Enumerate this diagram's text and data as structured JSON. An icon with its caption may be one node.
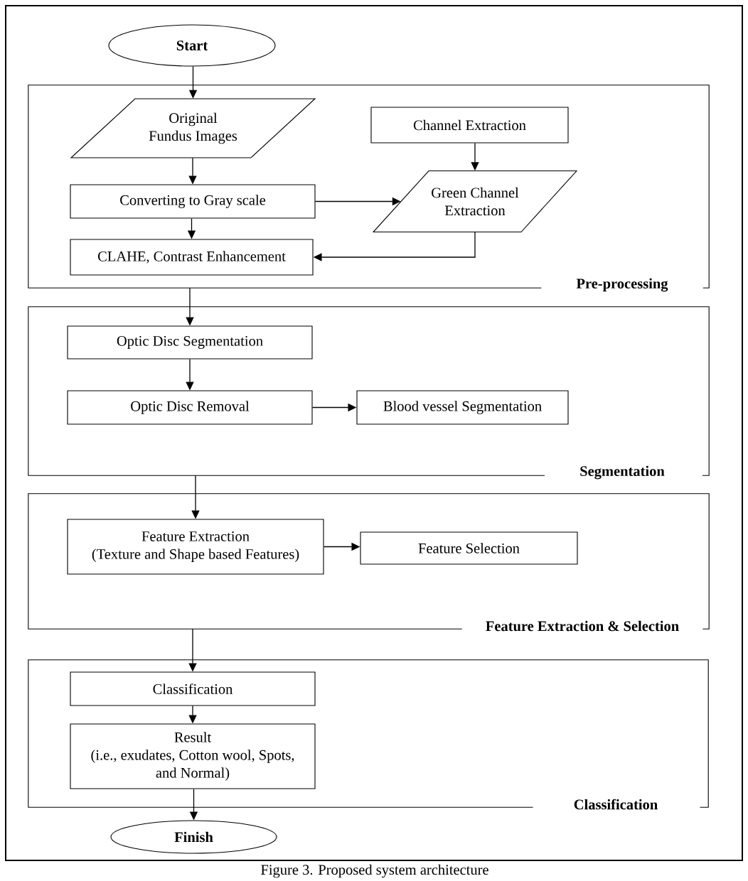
{
  "diagram": {
    "caption": "Figure 3. Proposed system architecture",
    "nodes": [
      {
        "text": [
          "Start"
        ]
      },
      {
        "text": [
          "Pre-processing"
        ]
      },
      {
        "text": [
          "Original Fundus Images"
        ],
        "in": 1
      },
      {
        "text": [
          "Channel Extraction"
        ],
        "in": 1
      },
      {
        "text": [
          "Converting to Gray scale"
        ],
        "in": 1
      },
      {
        "text": [
          "Green Channel Extraction"
        ],
        "in": 1
      },
      {
        "text": [
          "CLAHE, Contrast Enhancement"
        ],
        "in": 1
      },
      {
        "text": [
          "Segmentation"
        ]
      },
      {
        "text": [
          "Optic Disc Segmentation"
        ],
        "in": 7
      },
      {
        "text": [
          "Optic Disc Removal"
        ],
        "in": 7
      },
      {
        "text": [
          "Blood vessel Segmentation"
        ],
        "in": 7
      },
      {
        "text": [
          "Feature Extraction & Selection"
        ]
      },
      {
        "text": [
          "Feature Extraction",
          "(Texture and Shape based Features)"
        ],
        "in": 11
      },
      {
        "text": [
          "Feature Selection"
        ],
        "in": 11
      },
      {
        "text": [
          "Classification"
        ]
      },
      {
        "text": [
          "Classification"
        ],
        "in": 14
      },
      {
        "text": [
          "Result",
          "(i.e., exudates, Cotton wool, Spots, and Normal)"
        ],
        "in": 14
      },
      {
        "text": [
          "Finish"
        ]
      }
    ],
    "edges": [
      {
        "from": 0,
        "to": 2,
        "arrow": "to"
      },
      {
        "from": 2,
        "to": 4,
        "arrow": "to"
      },
      {
        "from": 3,
        "to": 5,
        "arrow": "to"
      },
      {
        "from": 4,
        "to": 5,
        "arrow": "to"
      },
      {
        "from": 4,
        "to": 6,
        "arrow": "to"
      },
      {
        "from": 5,
        "to": 6,
        "arrow": "to"
      },
      {
        "from": 1,
        "to": 8,
        "arrow": "to"
      },
      {
        "from": 8,
        "to": 9,
        "arrow": "to"
      },
      {
        "from": 9,
        "to": 10,
        "arrow": "to"
      },
      {
        "from": 7,
        "to": 12,
        "arrow": "to"
      },
      {
        "from": 12,
        "to": 13,
        "arrow": "to"
      },
      {
        "from": 11,
        "to": 15,
        "arrow": "to"
      },
      {
        "from": 15,
        "to": 16,
        "arrow": "to"
      },
      {
        "from": 16,
        "to": 17,
        "arrow": "to"
      }
    ]
  }
}
